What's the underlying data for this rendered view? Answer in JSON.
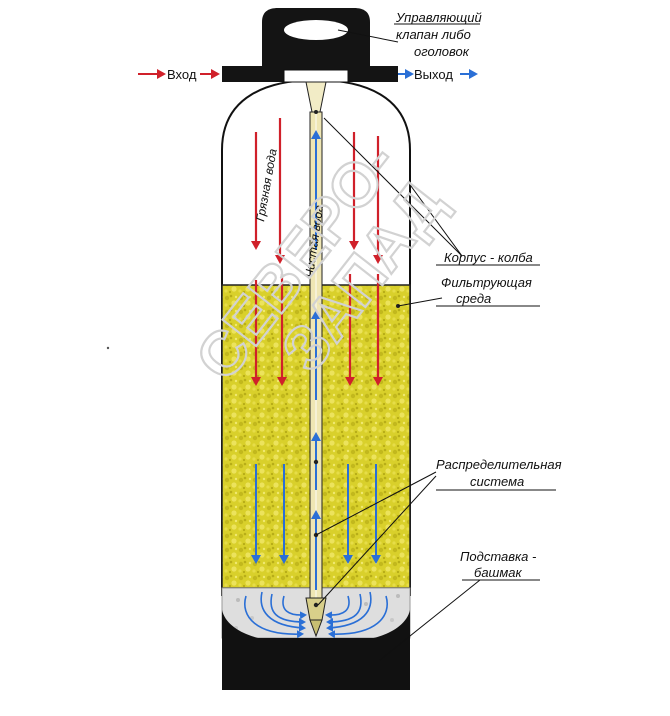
{
  "labels": {
    "valve": [
      "Управляющий",
      "клапан либо",
      "оголовок"
    ],
    "inlet": "Вход",
    "outlet": "Выход",
    "housing": "Корпус - колба",
    "media": [
      "Фильтрующая",
      "среда"
    ],
    "distributor": [
      "Распределительная",
      "система"
    ],
    "base": [
      "Подставка -",
      "башмак"
    ],
    "dirty_water": "Грязная вода",
    "clean_water": "Чистая вода"
  },
  "watermark": [
    "СЕВЕРО-",
    "ЗАПАД"
  ],
  "colors": {
    "dirty_flow": "#d0202a",
    "clean_flow": "#2a6fd6",
    "media_fill": "#d8cf2a",
    "base_fill": "#111111",
    "valve_fill": "#141414",
    "riser_fill": "#efe6b4"
  }
}
